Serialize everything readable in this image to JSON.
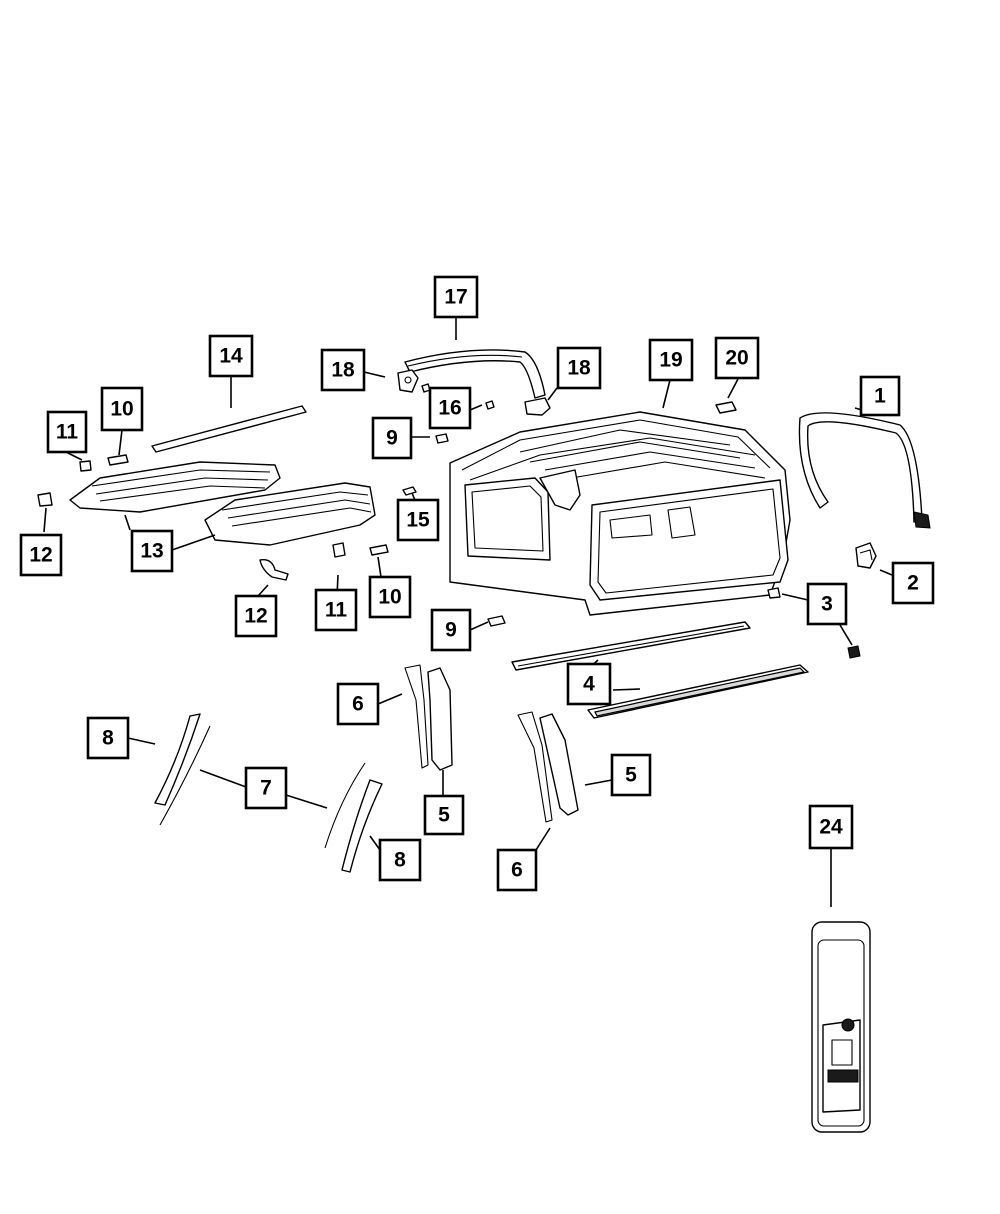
{
  "diagram": {
    "colors": {
      "line": "#000000",
      "background": "#ffffff",
      "fill_dark": "#1a1a1a",
      "fill_grey": "#d9d9d9"
    },
    "callouts": [
      {
        "id": "c1",
        "label": "1"
      },
      {
        "id": "c2",
        "label": "2"
      },
      {
        "id": "c3",
        "label": "3"
      },
      {
        "id": "c4",
        "label": "4"
      },
      {
        "id": "c5a",
        "label": "5"
      },
      {
        "id": "c5b",
        "label": "5"
      },
      {
        "id": "c6a",
        "label": "6"
      },
      {
        "id": "c6b",
        "label": "6"
      },
      {
        "id": "c7",
        "label": "7"
      },
      {
        "id": "c8a",
        "label": "8"
      },
      {
        "id": "c8b",
        "label": "8"
      },
      {
        "id": "c9a",
        "label": "9"
      },
      {
        "id": "c9b",
        "label": "9"
      },
      {
        "id": "c10a",
        "label": "10"
      },
      {
        "id": "c10b",
        "label": "10"
      },
      {
        "id": "c11a",
        "label": "11"
      },
      {
        "id": "c11b",
        "label": "11"
      },
      {
        "id": "c12a",
        "label": "12"
      },
      {
        "id": "c12b",
        "label": "12"
      },
      {
        "id": "c13",
        "label": "13"
      },
      {
        "id": "c14",
        "label": "14"
      },
      {
        "id": "c15",
        "label": "15"
      },
      {
        "id": "c16",
        "label": "16"
      },
      {
        "id": "c17",
        "label": "17"
      },
      {
        "id": "c18a",
        "label": "18"
      },
      {
        "id": "c18b",
        "label": "18"
      },
      {
        "id": "c19",
        "label": "19"
      },
      {
        "id": "c20",
        "label": "20"
      },
      {
        "id": "c24",
        "label": "24"
      }
    ]
  }
}
